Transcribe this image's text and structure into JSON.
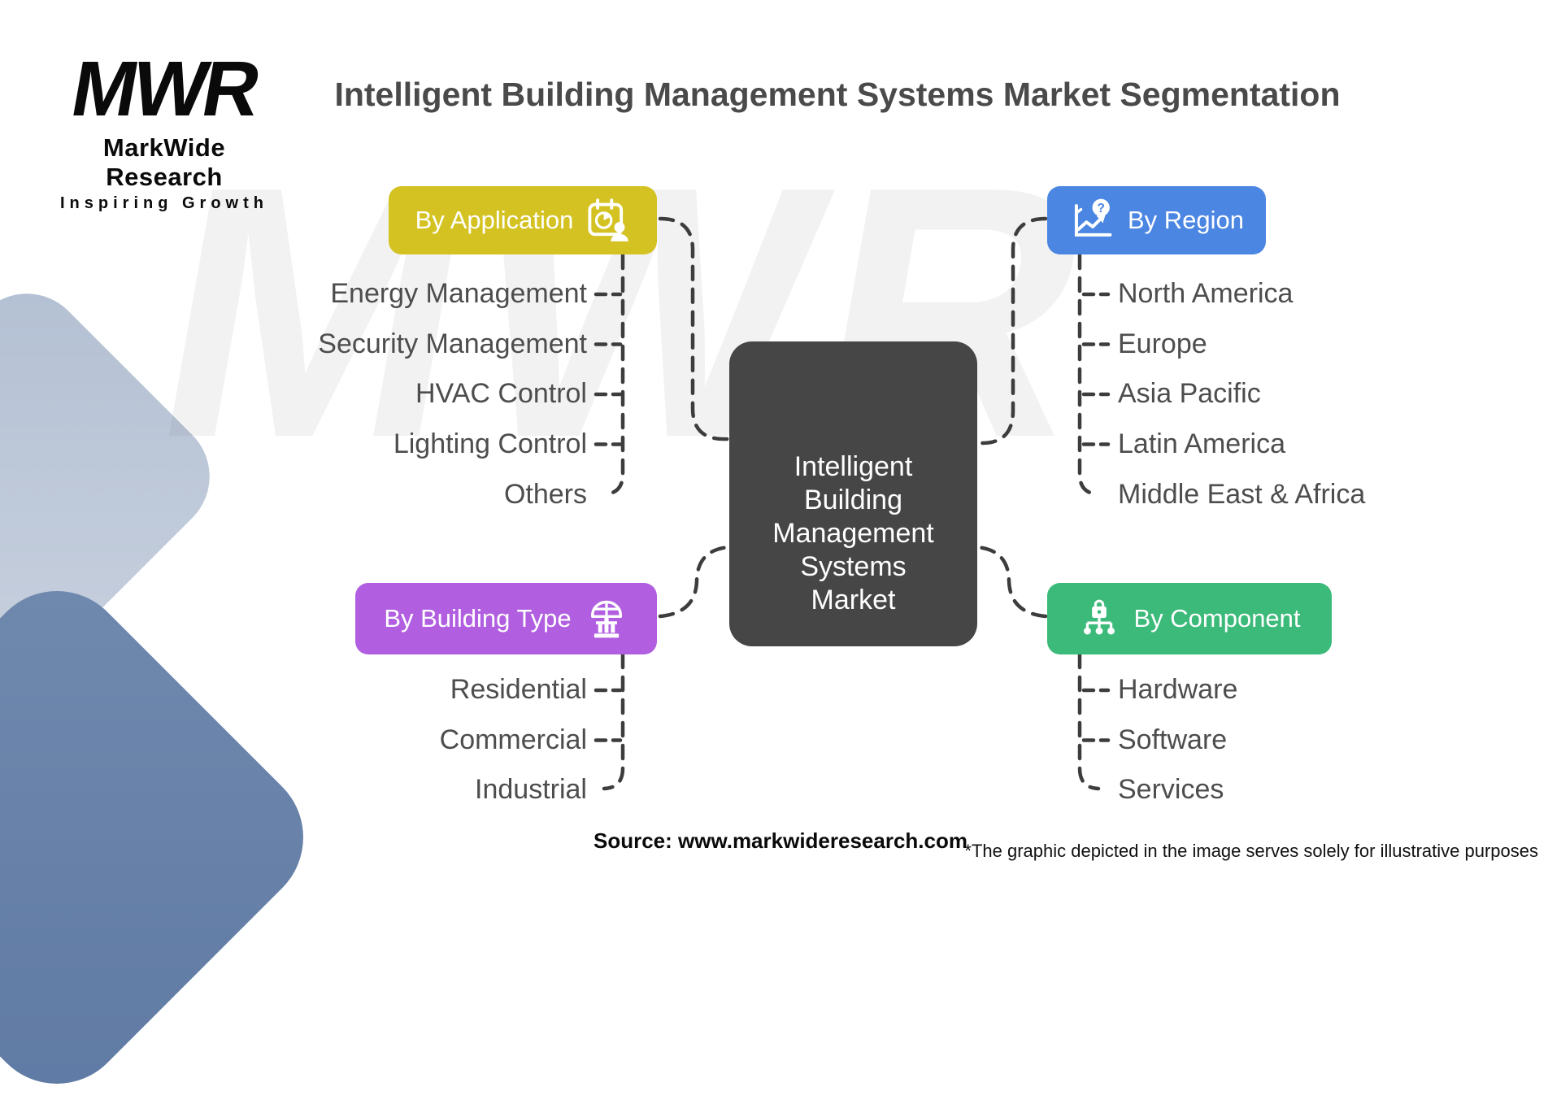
{
  "header": {
    "logo": {
      "mark": "MWR",
      "name": "MarkWide Research",
      "tagline": "Inspiring Growth"
    },
    "title": "Intelligent Building Management Systems Market Segmentation"
  },
  "watermark": "MWR",
  "center": {
    "label": "Intelligent\nBuilding\nManagement\nSystems\nMarket",
    "color": "#464646"
  },
  "branches": {
    "application": {
      "label": "By Application",
      "color": "#d4c222",
      "icon": "calendar-pie-person-icon",
      "items": [
        "Energy Management",
        "Security Management",
        "HVAC Control",
        "Lighting Control",
        "Others"
      ]
    },
    "region": {
      "label": "By Region",
      "color": "#4a86e2",
      "icon": "chart-question-icon",
      "items": [
        "North America",
        "Europe",
        "Asia Pacific",
        "Latin America",
        "Middle East & Africa"
      ]
    },
    "building_type": {
      "label": "By Building Type",
      "color": "#b15fe0",
      "icon": "dome-building-icon",
      "items": [
        "Residential",
        "Commercial",
        "Industrial"
      ]
    },
    "component": {
      "label": "By Component",
      "color": "#3cba7a",
      "icon": "lock-network-icon",
      "items": [
        "Hardware",
        "Software",
        "Services"
      ]
    }
  },
  "footer": {
    "source": "Source: www.markwideresearch.com",
    "disclaimer": "*The graphic depicted in the image serves solely for illustrative purposes"
  }
}
